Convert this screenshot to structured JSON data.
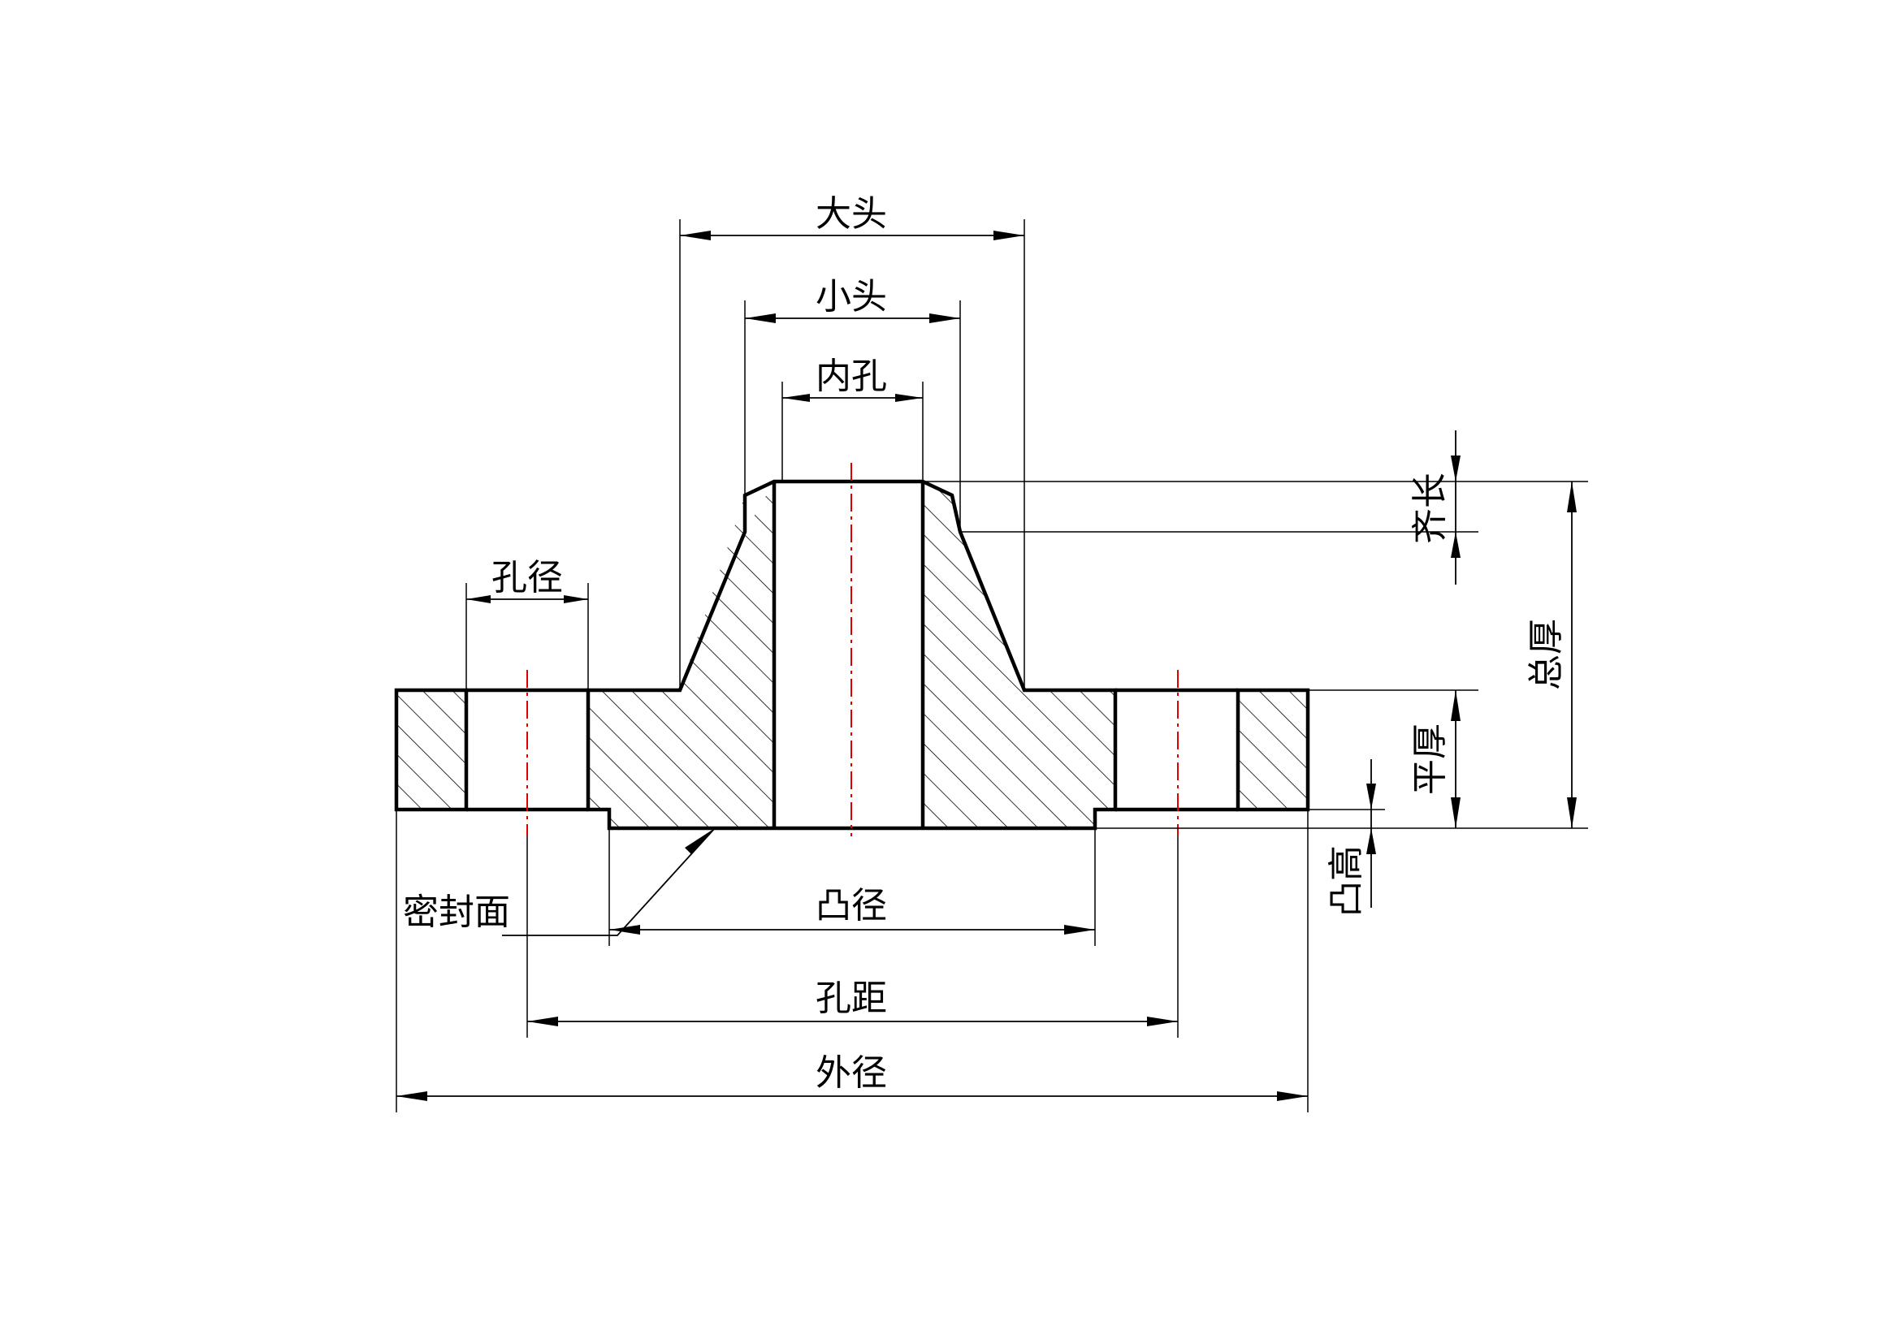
{
  "labels": {
    "big_head": "大头",
    "small_head": "小头",
    "bore": "内孔",
    "hole_dia": "孔径",
    "neck_length": "齐长",
    "total_thickness": "总厚",
    "flange_thickness": "平厚",
    "raised_face_height": "凸高",
    "sealing_face": "密封面",
    "raised_face_dia": "凸径",
    "bolt_circle": "孔距",
    "outer_dia": "外径"
  },
  "colors": {
    "line": "#000000",
    "centerline": "#e00000",
    "background": "#ffffff"
  }
}
